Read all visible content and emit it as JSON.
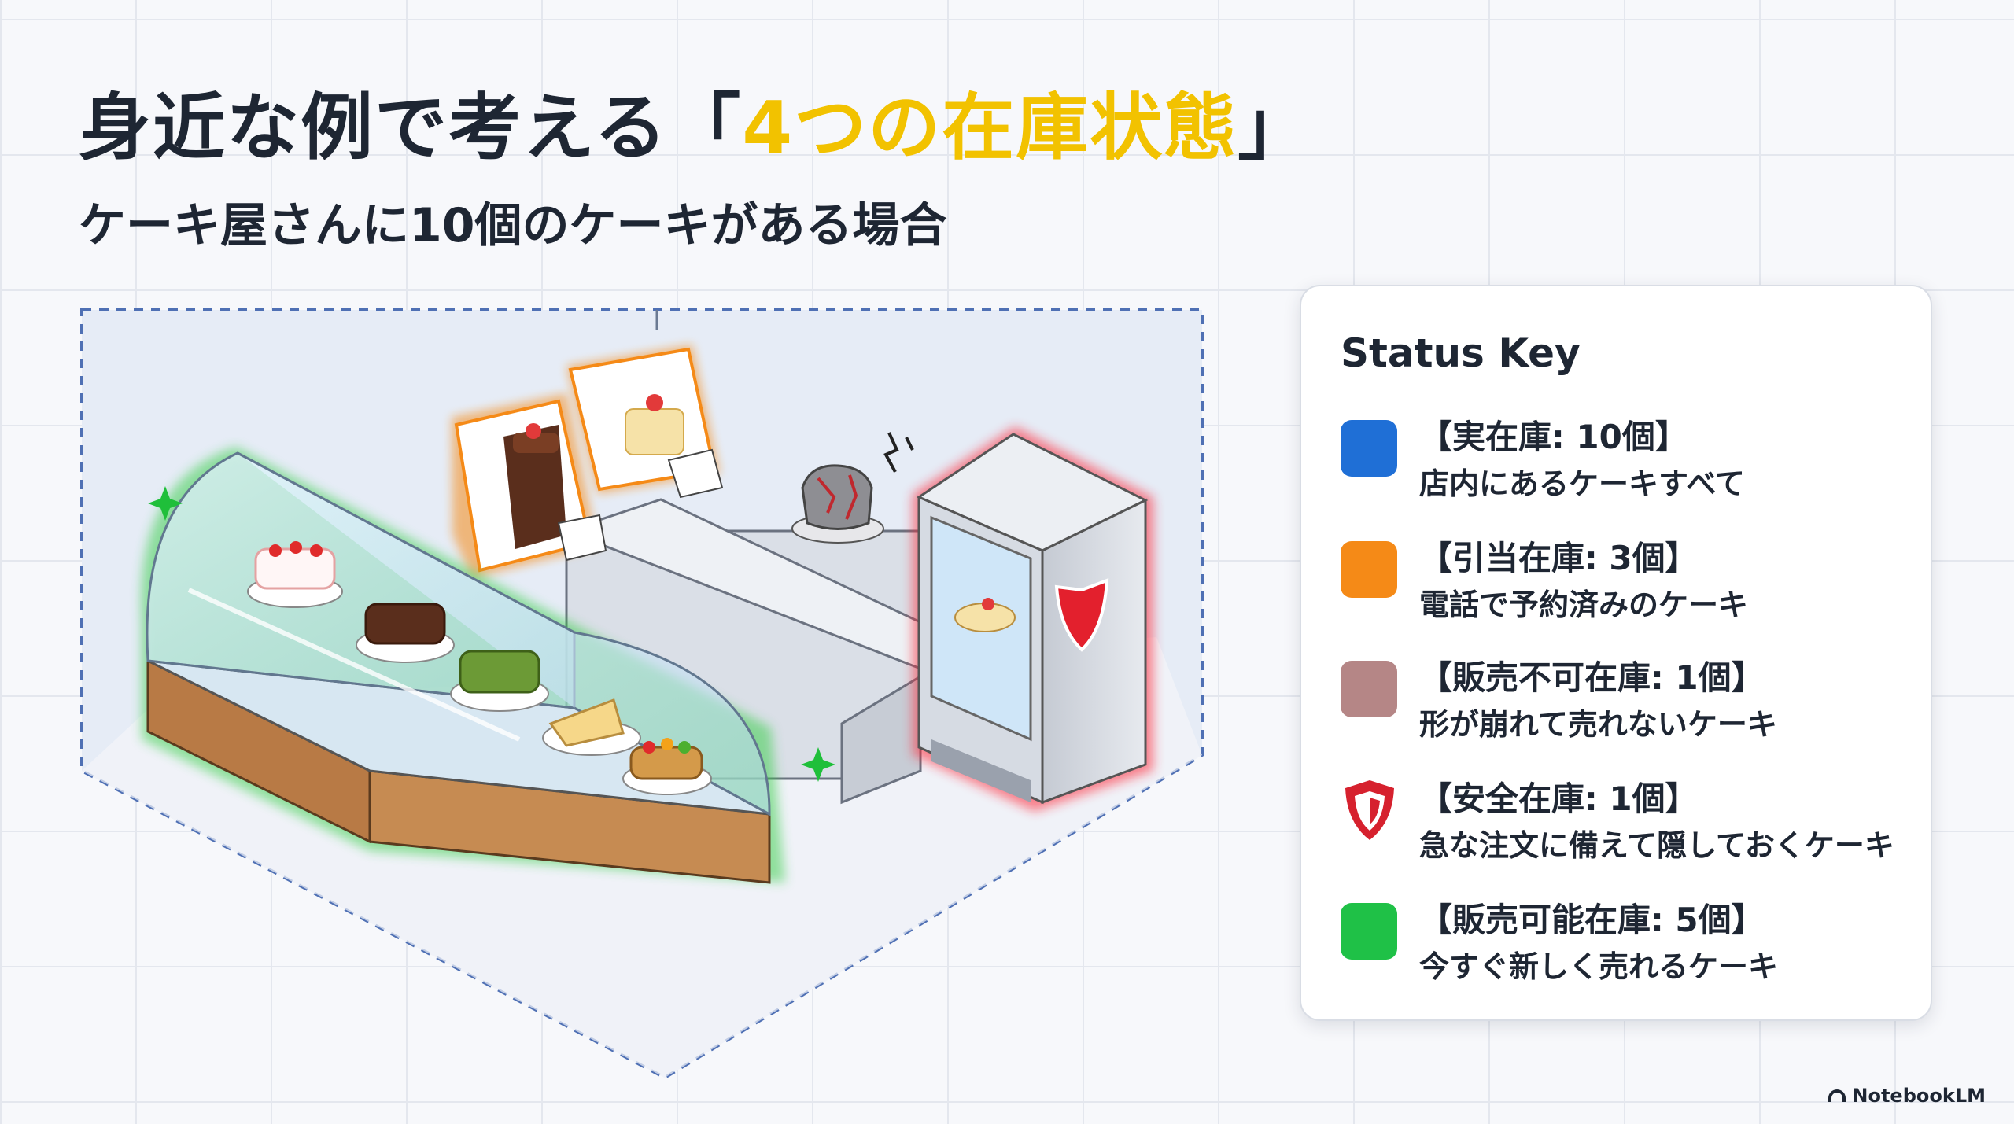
{
  "title": {
    "prefix": "身近な例で考える「",
    "highlight": "4つの在庫状態",
    "suffix": "」"
  },
  "subtitle": "ケーキ屋さんに10個のケーキがある場合",
  "status_key": {
    "title": "Status Key",
    "items": [
      {
        "label": "【実在庫: 10個】",
        "desc": "店内にあるケーキすべて",
        "color": "#1f6fd6",
        "icon": "blue-square"
      },
      {
        "label": "【引当在庫: 3個】",
        "desc": "電話で予約済みのケーキ",
        "color": "#f58a17",
        "icon": "orange-square"
      },
      {
        "label": "【販売不可在庫: 1個】",
        "desc": "形が崩れて売れないケーキ",
        "color": "#b58686",
        "icon": "rose-square"
      },
      {
        "label": "【安全在庫: 1個】",
        "desc": "急な注文に備えて隠しておくケーキ",
        "color": "#d6212e",
        "icon": "shield-icon"
      },
      {
        "label": "【販売可能在庫: 5個】",
        "desc": "今すぐ新しく売れるケーキ",
        "color": "#1fc147",
        "icon": "green-square"
      }
    ]
  },
  "brand": "NotebookLM"
}
